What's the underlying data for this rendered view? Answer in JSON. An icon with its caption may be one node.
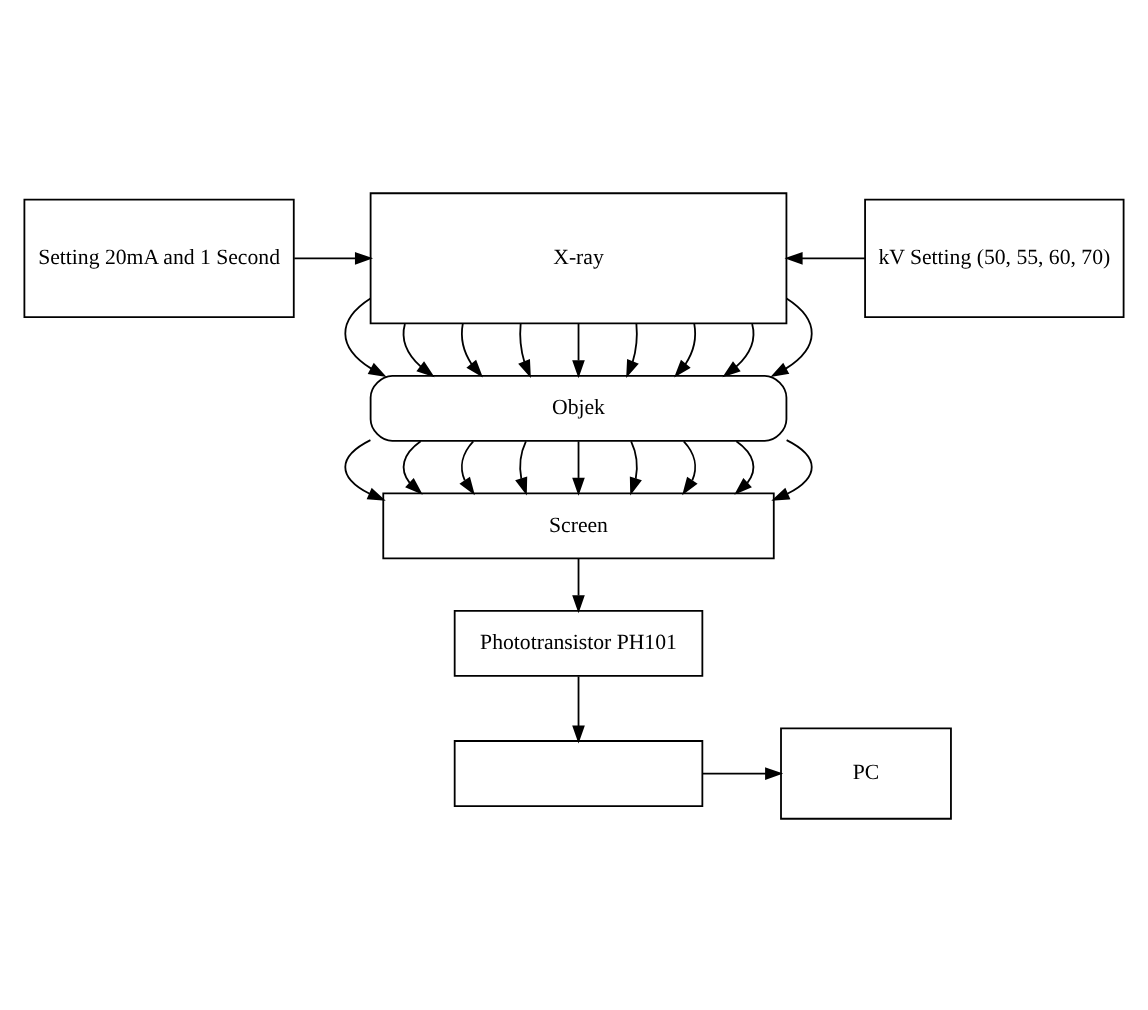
{
  "diagram": {
    "nodes": [
      {
        "text": [
          "Setting 20mA and 1 Second"
        ]
      },
      {
        "text": [
          "X-ray"
        ]
      },
      {
        "text": [
          "kV Setting (50, 55, 60, 70)"
        ]
      },
      {
        "text": [
          "Objek"
        ]
      },
      {
        "text": [
          "Screen"
        ]
      },
      {
        "text": [
          "Phototransistor PH101"
        ]
      },
      {
        "text": [],
        "shape": "box"
      },
      {
        "text": [
          "PC"
        ]
      }
    ],
    "edges": [
      {
        "from": 0,
        "to": 1,
        "arrow": "to"
      },
      {
        "from": 2,
        "to": 1,
        "arrow": "to"
      },
      {
        "from": 1,
        "to": 3,
        "arrow": "to"
      },
      {
        "from": 1,
        "to": 3,
        "arrow": "to"
      },
      {
        "from": 1,
        "to": 3,
        "arrow": "to"
      },
      {
        "from": 1,
        "to": 3,
        "arrow": "to"
      },
      {
        "from": 1,
        "to": 3,
        "arrow": "to"
      },
      {
        "from": 1,
        "to": 3,
        "arrow": "to"
      },
      {
        "from": 1,
        "to": 3,
        "arrow": "to"
      },
      {
        "from": 1,
        "to": 3,
        "arrow": "to"
      },
      {
        "from": 1,
        "to": 3,
        "arrow": "to"
      },
      {
        "from": 3,
        "to": 4,
        "arrow": "to"
      },
      {
        "from": 3,
        "to": 4,
        "arrow": "to"
      },
      {
        "from": 3,
        "to": 4,
        "arrow": "to"
      },
      {
        "from": 3,
        "to": 4,
        "arrow": "to"
      },
      {
        "from": 3,
        "to": 4,
        "arrow": "to"
      },
      {
        "from": 3,
        "to": 4,
        "arrow": "to"
      },
      {
        "from": 3,
        "to": 4,
        "arrow": "to"
      },
      {
        "from": 3,
        "to": 4,
        "arrow": "to"
      },
      {
        "from": 3,
        "to": 4,
        "arrow": "to"
      },
      {
        "from": 4,
        "to": 5,
        "arrow": "to"
      },
      {
        "from": 5,
        "to": 6,
        "arrow": "to"
      },
      {
        "from": 6,
        "to": 7,
        "arrow": "to"
      }
    ]
  }
}
